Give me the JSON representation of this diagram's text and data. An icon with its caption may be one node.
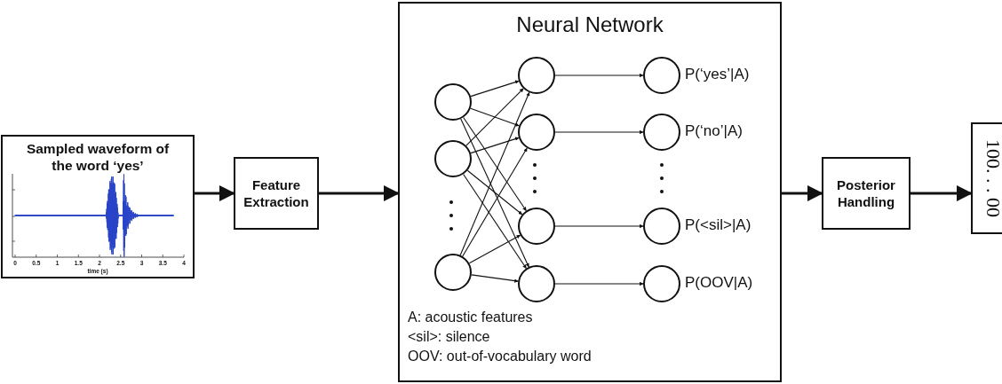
{
  "diagram": {
    "nodes": [
      {
        "text": [
          "Sampled waveform of the word ‘yes’"
        ]
      },
      {
        "text": [
          "Feature Extraction"
        ]
      },
      {
        "text": [
          "Neural Network",
          "A: acoustic features",
          "<sil>: silence",
          "OOV: out-of-vocabulary word"
        ]
      },
      {
        "text": [],
        "shape": "circle",
        "in": 2
      },
      {
        "text": [],
        "shape": "circle",
        "in": 2
      },
      {
        "text": [],
        "shape": "circle",
        "in": 2
      },
      {
        "text": [],
        "shape": "circle",
        "in": 2
      },
      {
        "text": [],
        "shape": "circle",
        "in": 2
      },
      {
        "text": [],
        "shape": "circle",
        "in": 2
      },
      {
        "text": [],
        "shape": "circle",
        "in": 2
      },
      {
        "text": [],
        "shape": "circle",
        "in": 2,
        "beside": [
          "P(‘yes’|A)"
        ]
      },
      {
        "text": [],
        "shape": "circle",
        "in": 2,
        "beside": [
          "P(‘no’|A)"
        ]
      },
      {
        "text": [],
        "shape": "circle",
        "in": 2,
        "beside": [
          "P(<sil>|A)"
        ]
      },
      {
        "text": [],
        "shape": "circle",
        "in": 2,
        "beside": [
          "P(OOV|A)"
        ]
      },
      {
        "text": [
          "Posterior Handling"
        ]
      },
      {
        "text": [
          "100. . . 00"
        ]
      }
    ],
    "edges": [
      {
        "from": 0,
        "to": 1,
        "arrow": "to",
        "style": "thick"
      },
      {
        "from": 1,
        "to": 2,
        "arrow": "to",
        "style": "thick"
      },
      {
        "from": 2,
        "to": 14,
        "arrow": "to",
        "style": "thick"
      },
      {
        "from": 14,
        "to": 15,
        "arrow": "to",
        "style": "thick"
      },
      {
        "from": 3,
        "to": 6,
        "arrow": "to"
      },
      {
        "from": 3,
        "to": 7,
        "arrow": "to"
      },
      {
        "from": 3,
        "to": 8,
        "arrow": "to"
      },
      {
        "from": 3,
        "to": 9,
        "arrow": "to"
      },
      {
        "from": 4,
        "to": 6,
        "arrow": "to"
      },
      {
        "from": 4,
        "to": 7,
        "arrow": "to"
      },
      {
        "from": 4,
        "to": 8,
        "arrow": "to"
      },
      {
        "from": 4,
        "to": 9,
        "arrow": "to"
      },
      {
        "from": 5,
        "to": 6,
        "arrow": "to"
      },
      {
        "from": 5,
        "to": 7,
        "arrow": "to"
      },
      {
        "from": 5,
        "to": 8,
        "arrow": "to"
      },
      {
        "from": 5,
        "to": 9,
        "arrow": "to"
      },
      {
        "from": 6,
        "to": 10,
        "arrow": "to"
      },
      {
        "from": 7,
        "to": 11,
        "arrow": "to"
      },
      {
        "from": 8,
        "to": 12,
        "arrow": "to"
      },
      {
        "from": 9,
        "to": 13,
        "arrow": "to"
      }
    ],
    "labels": [
      "0",
      "0.5",
      "1",
      "1.5",
      "2",
      "2.5",
      "3",
      "3.5",
      "4",
      "time (s)"
    ]
  }
}
